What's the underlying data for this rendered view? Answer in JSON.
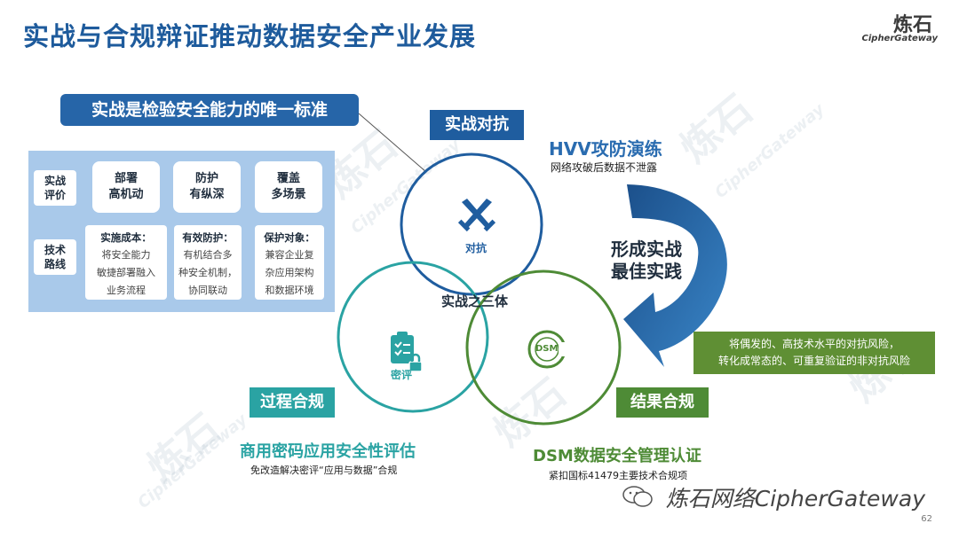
{
  "title": "实战与合规辩证推动数据安全产业发展",
  "logo": {
    "cn": "炼石",
    "en": "CipherGateway"
  },
  "standard_tag": "实战是检验安全能力的唯一标准",
  "panel": {
    "row1_label": "实战\n评价",
    "row2_label": "技术\n路线",
    "cards": [
      "部署\n高机动",
      "防护\n有纵深",
      "覆盖\n多场景"
    ],
    "details": [
      {
        "heading": "实施成本：",
        "lines": [
          "将安全能力",
          "敏捷部署融入",
          "业务流程"
        ]
      },
      {
        "heading": "有效防护：",
        "lines": [
          "有机结合多",
          "种安全机制，",
          "协同联动"
        ]
      },
      {
        "heading": "保护对象：",
        "lines": [
          "兼容企业复",
          "杂应用架构",
          "和数据环境"
        ]
      }
    ]
  },
  "venn": {
    "top_tag": "实战对抗",
    "top_icon_label": "对抗",
    "center_label": "实战之三体",
    "left_icon_label": "密评",
    "right_icon_label": "DSM",
    "left_tag": "过程合规",
    "right_tag": "结果合规",
    "colors": {
      "blue": "#1f5d9f",
      "teal": "#2aa3a3",
      "green": "#4e8b36"
    }
  },
  "hvv": {
    "title": "HVV攻防演练",
    "subtitle": "网络攻破后数据不泄露"
  },
  "form_practice": {
    "line1": "形成实战",
    "line2": "最佳实践"
  },
  "green_box": {
    "line1": "将偶发的、高技术水平的对抗风险，",
    "line2": "转化成常态的、可重复验证的非对抗风险"
  },
  "left_caption": {
    "title": "商用密码应用安全性评估",
    "subtitle": "免改造解决密评“应用与数据”合规"
  },
  "right_caption": {
    "title": "DSM数据安全管理认证",
    "subtitle": "紧扣国标41479主要技术合规项"
  },
  "footer": "炼石网络CipherGateway",
  "page_number": "62"
}
